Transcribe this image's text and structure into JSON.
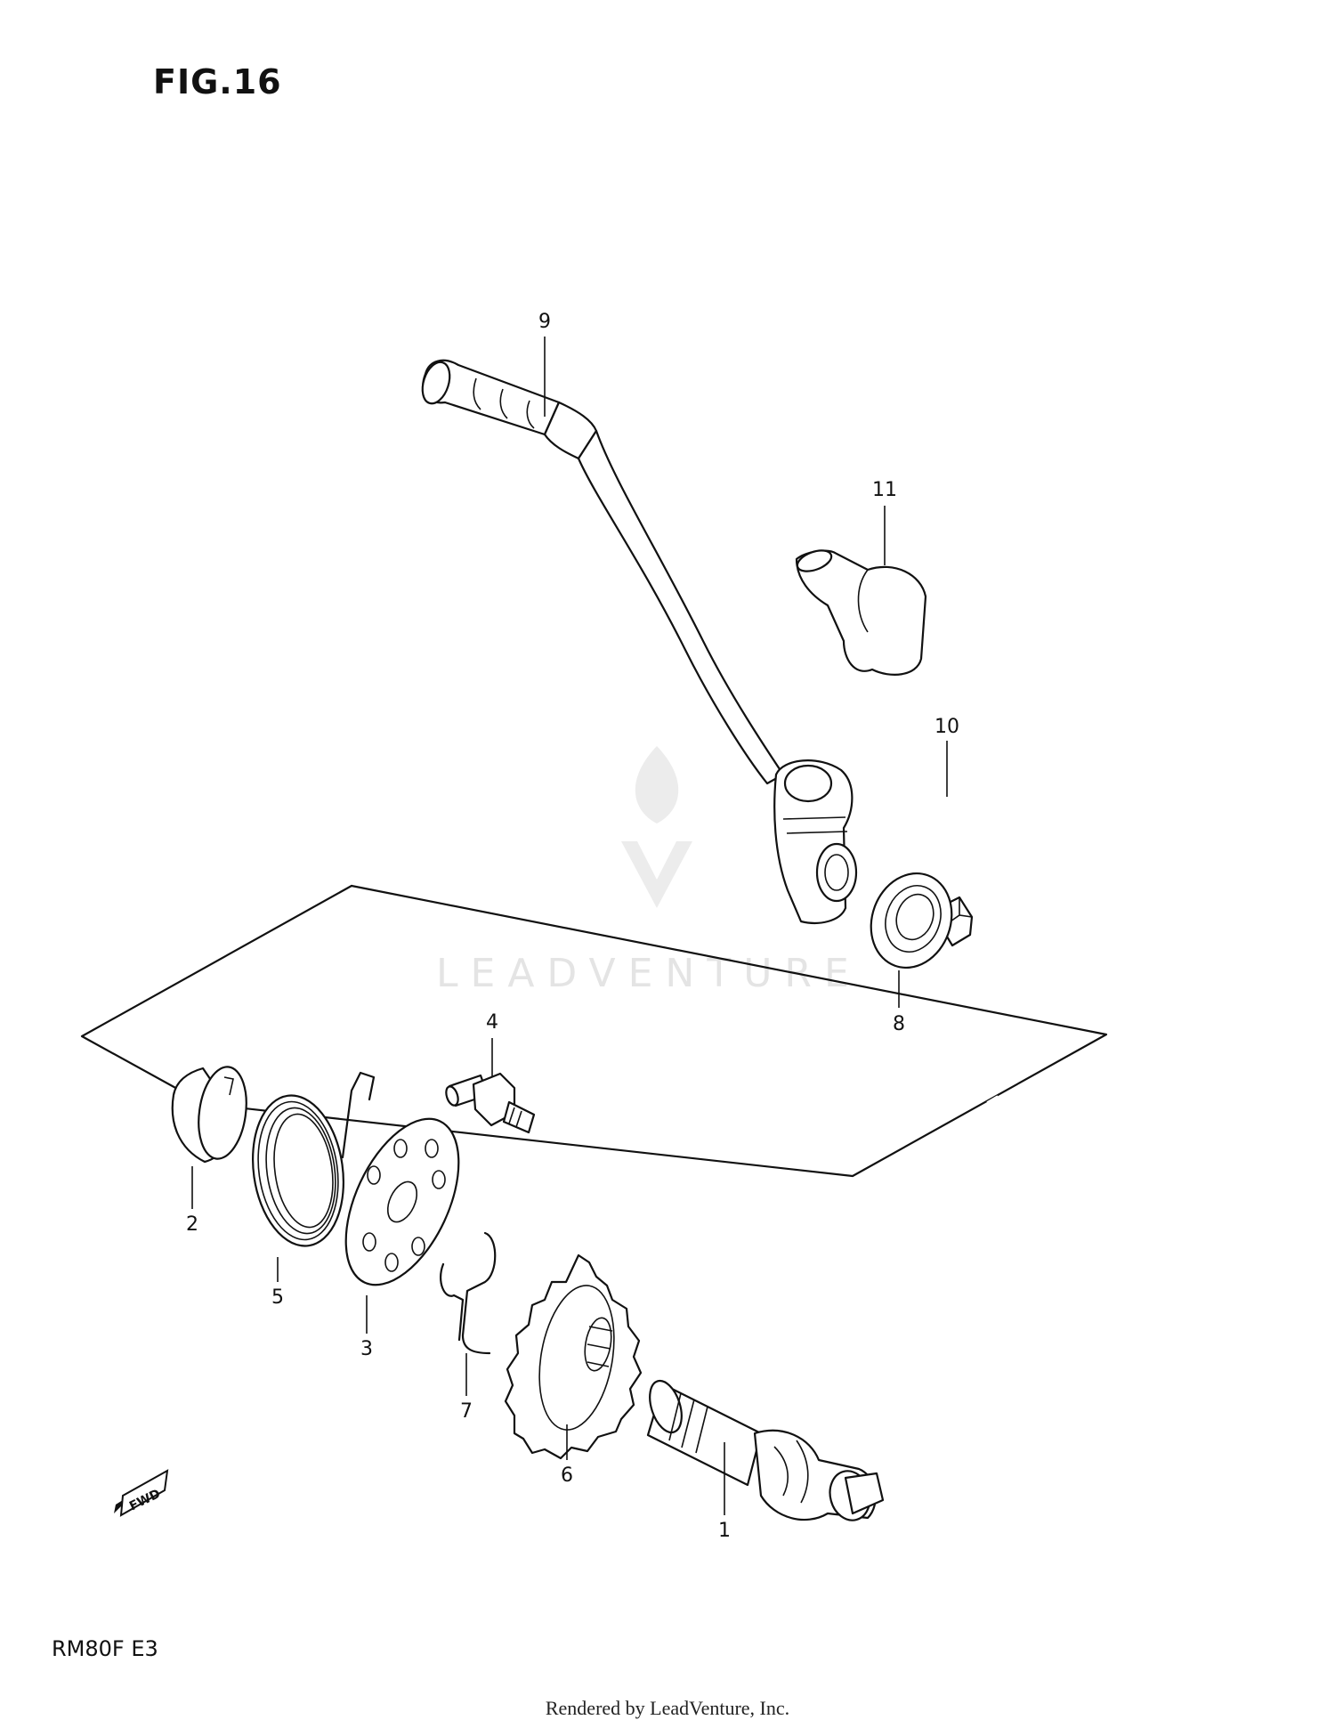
{
  "figure": {
    "title": "FIG.16",
    "model_code": "RM80F  E3",
    "credit": "Rendered by LeadVenture, Inc.",
    "watermark": "LEADVENTURE",
    "fwd_label": "FWD"
  },
  "callouts": [
    {
      "id": "1",
      "label": "1"
    },
    {
      "id": "2",
      "label": "2"
    },
    {
      "id": "3",
      "label": "3"
    },
    {
      "id": "4",
      "label": "4"
    },
    {
      "id": "5",
      "label": "5"
    },
    {
      "id": "6",
      "label": "6"
    },
    {
      "id": "7",
      "label": "7"
    },
    {
      "id": "8",
      "label": "8"
    },
    {
      "id": "9",
      "label": "9"
    },
    {
      "id": "10",
      "label": "10"
    },
    {
      "id": "11",
      "label": "11"
    }
  ]
}
